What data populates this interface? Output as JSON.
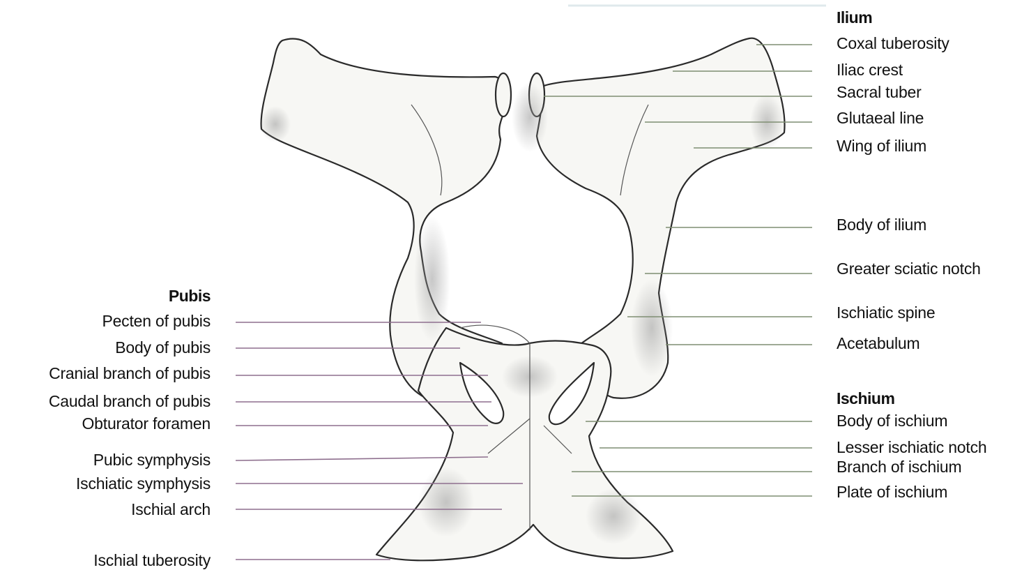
{
  "ilium": {
    "title": "Ilium",
    "labels": [
      "Coxal tuberosity",
      "Iliac crest",
      "Sacral tuber",
      "Glutaeal line",
      "Wing of ilium",
      "Body of ilium",
      "Greater sciatic notch",
      "Ischiatic spine",
      "Acetabulum"
    ]
  },
  "pubis": {
    "title": "Pubis",
    "labels": [
      "Pecten of pubis",
      "Body of pubis",
      "Cranial branch of pubis",
      "Caudal branch of pubis",
      "Obturator foramen",
      "Pubic symphysis",
      "Ischiatic symphysis",
      "Ischial arch",
      "Ischial tuberosity"
    ]
  },
  "ischium": {
    "title": "Ischium",
    "labels": [
      "Body of ischium",
      "Lesser ischiatic notch",
      "Branch of ischium",
      "Plate of ischium"
    ]
  },
  "colors": {
    "line_pubis": "#8e6f8e",
    "line_ilium": "#7f8e72",
    "bone_outline": "#2a2a2a",
    "bone_fill": "#f7f7f4",
    "shade": "#bdbdbd"
  }
}
